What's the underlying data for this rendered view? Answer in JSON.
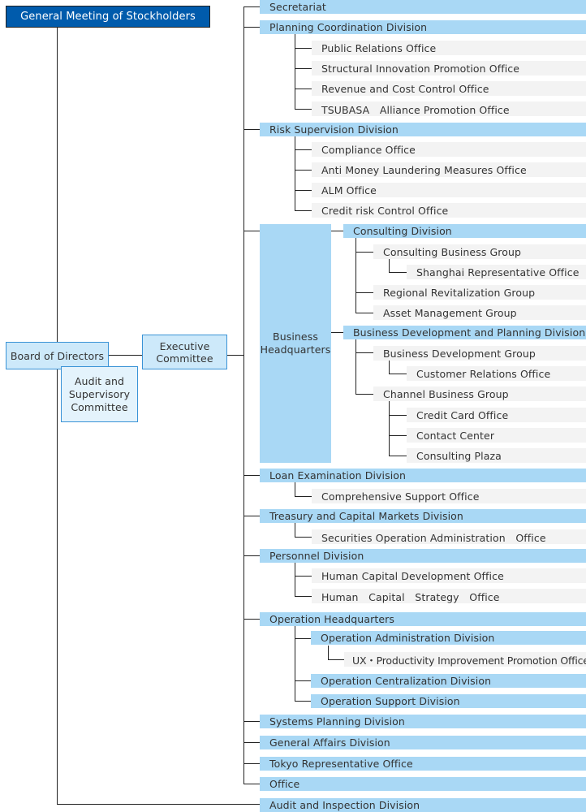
{
  "top": {
    "stockholders": "General Meeting of Stockholders",
    "board": "Board of Directors",
    "audit_committee": "Audit and Supervisory Committee",
    "executive": "Executive Committee"
  },
  "divisions": {
    "secretariat": "Secretariat",
    "planning": "Planning Coordination Division",
    "planning_offices": [
      "Public Relations Office",
      "Structural Innovation Promotion Office",
      "Revenue and Cost Control Office",
      "TSUBASA　Alliance Promotion Office"
    ],
    "risk": "Risk Supervision Division",
    "risk_offices": [
      "Compliance Office",
      "Anti Money Laundering Measures Office",
      "ALM Office",
      "Credit risk Control Office"
    ],
    "business_hq": "Business Headquarters",
    "consulting": "Consulting Division",
    "consulting_business_group": "Consulting Business Group",
    "shanghai": "Shanghai Representative Office",
    "regional": "Regional Revitalization Group",
    "asset": "Asset Management Group",
    "bizdev": "Business Development and Planning Division",
    "bizdev_group": "Business Development Group",
    "customer_relations": "Customer Relations Office",
    "channel_group": "Channel Business Group",
    "credit_card": "Credit Card Office",
    "contact_center": "Contact Center",
    "consulting_plaza": "Consulting Plaza",
    "loan": "Loan Examination Division",
    "comprehensive": "Comprehensive Support Office",
    "treasury": "Treasury and Capital Markets Division",
    "securities": "Securities Operation Administration　Office",
    "personnel": "Personnel Division",
    "human_dev": "Human Capital Development Office",
    "human_strategy": "Human　Capital　Strategy　Office",
    "operation_hq": "Operation Headquarters",
    "op_admin": "Operation Administration Division",
    "ux": "UX・Productivity Improvement Promotion Office",
    "op_central": "Operation Centralization Division",
    "op_support": "Operation Support Division",
    "systems": "Systems Planning Division",
    "general_affairs": "General Affairs Division",
    "tokyo": "Tokyo Representative Office",
    "office": "Office",
    "audit_inspection": "Audit and Inspection Division"
  }
}
